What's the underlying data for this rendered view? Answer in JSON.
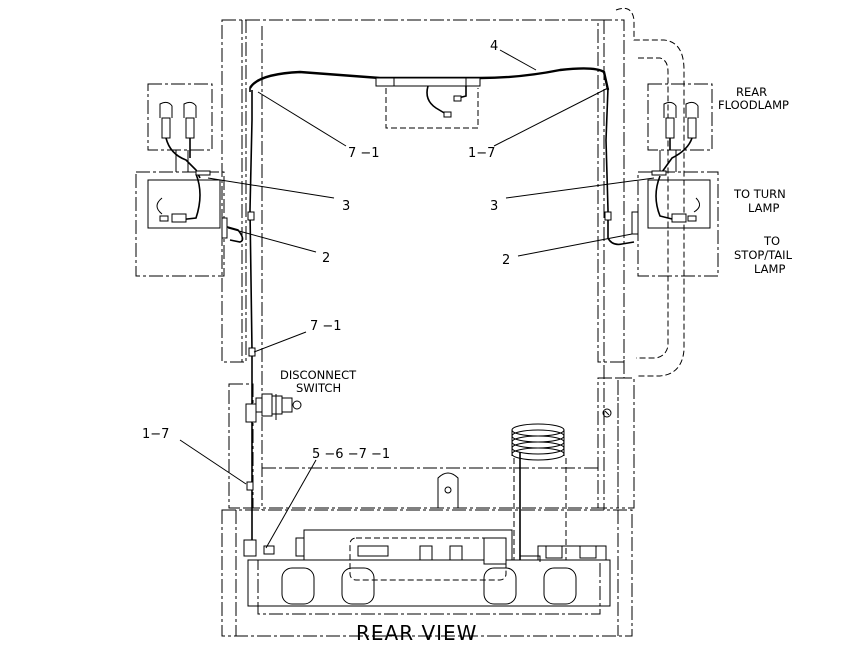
{
  "diagram": {
    "title": "REAR VIEW",
    "callouts": {
      "c4": "4",
      "c71_top": "7 −1",
      "c17_top": "1−7",
      "c3_left": "3",
      "c3_right": "3",
      "c2_left": "2",
      "c2_right": "2",
      "c71_mid": "7 −1",
      "c17_low": "1−7",
      "c5671": "5 −6 −7 −1"
    },
    "notes": {
      "rear_line1": "REAR",
      "rear_line2": "FLOODLAMP",
      "turn_line1": "TO  TURN",
      "turn_line2": "LAMP",
      "stop_line1": "TO",
      "stop_line2": "STOP/TAIL",
      "stop_line3": "LAMP",
      "disc_line1": "DISCONNECT",
      "disc_line2": "SWITCH"
    }
  }
}
